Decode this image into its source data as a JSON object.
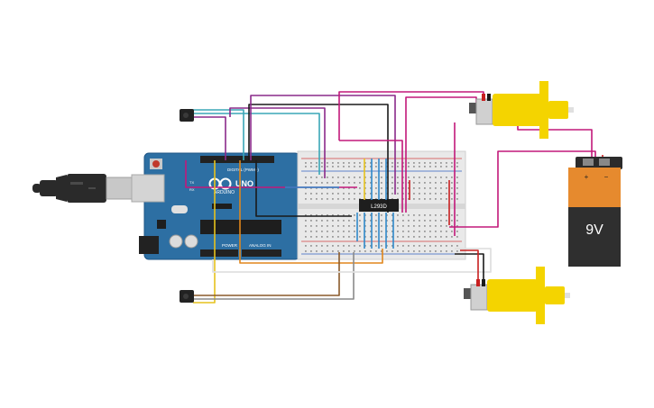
{
  "arduino": {
    "brand": "ARDUINO",
    "model": "UNO",
    "header_digital": "DIGITAL (PWM~)",
    "header_power": "POWER",
    "header_analog": "ANALOG IN",
    "tx_label": "TX",
    "rx_label": "RX"
  },
  "driver_chip": {
    "label": "L293D"
  },
  "battery": {
    "voltage": "9V",
    "plus": "+",
    "minus": "−"
  },
  "wire_colors": {
    "magenta": "#c2187a",
    "purple": "#8a2a8a",
    "black": "#1a1a1a",
    "cyan": "#3aa7b7",
    "blue": "#2f88c9",
    "orange": "#e0861c",
    "yellow": "#e6c21d",
    "brown": "#8a5a2a",
    "red": "#c82020",
    "gray": "#8a8a8a",
    "white": "#e6e6e6"
  },
  "components": {
    "ir_top": "ir-receiver",
    "ir_bottom": "ir-receiver",
    "motor_top": "dc-motor",
    "motor_bottom": "dc-motor",
    "usb_cable": "usb-cable"
  }
}
